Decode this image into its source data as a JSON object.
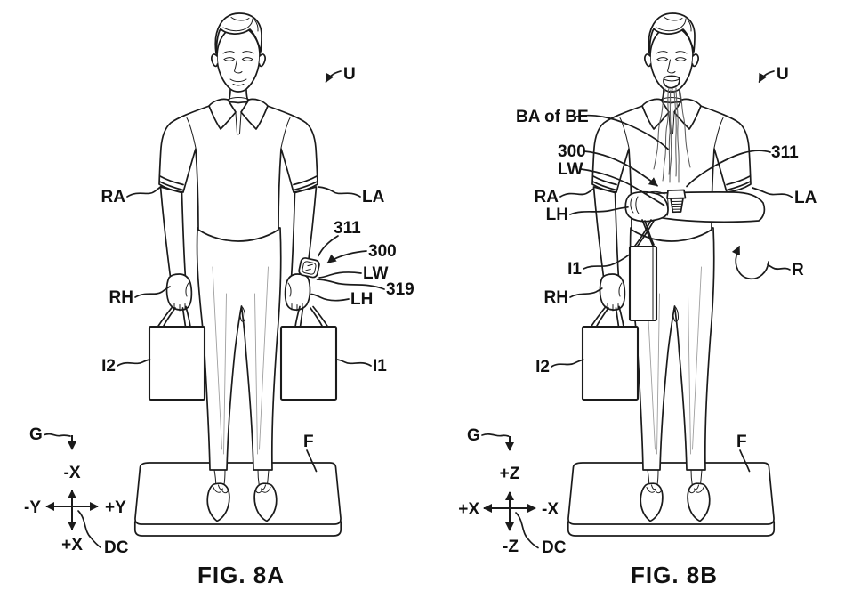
{
  "colors": {
    "ink": "#1b1b1b",
    "background": "#ffffff",
    "crease": "#9f9f9f"
  },
  "figures": [
    {
      "id": "8A",
      "caption": "FIG. 8A",
      "labels": {
        "user": "U",
        "right_arm": "RA",
        "left_arm": "LA",
        "display": "311",
        "device": "300",
        "left_wrist": "LW",
        "strap": "319",
        "left_hand": "LH",
        "right_hand": "RH",
        "item2": "I2",
        "item1": "I1",
        "gravity": "G",
        "floor": "F",
        "device_coords": "DC",
        "axis_up": "-X",
        "axis_down": "+X",
        "axis_left": "-Y",
        "axis_right": "+Y"
      }
    },
    {
      "id": "8B",
      "caption": "FIG. 8B",
      "labels": {
        "user": "U",
        "breath_air": "BA of BE",
        "device": "300",
        "left_wrist": "LW",
        "right_arm": "RA",
        "left_hand": "LH",
        "display": "311",
        "left_arm": "LA",
        "rotation": "R",
        "item1": "I1",
        "right_hand": "RH",
        "item2": "I2",
        "gravity": "G",
        "floor": "F",
        "device_coords": "DC",
        "axis_up": "+Z",
        "axis_down": "-Z",
        "axis_left": "+X",
        "axis_right": "-X"
      }
    }
  ]
}
